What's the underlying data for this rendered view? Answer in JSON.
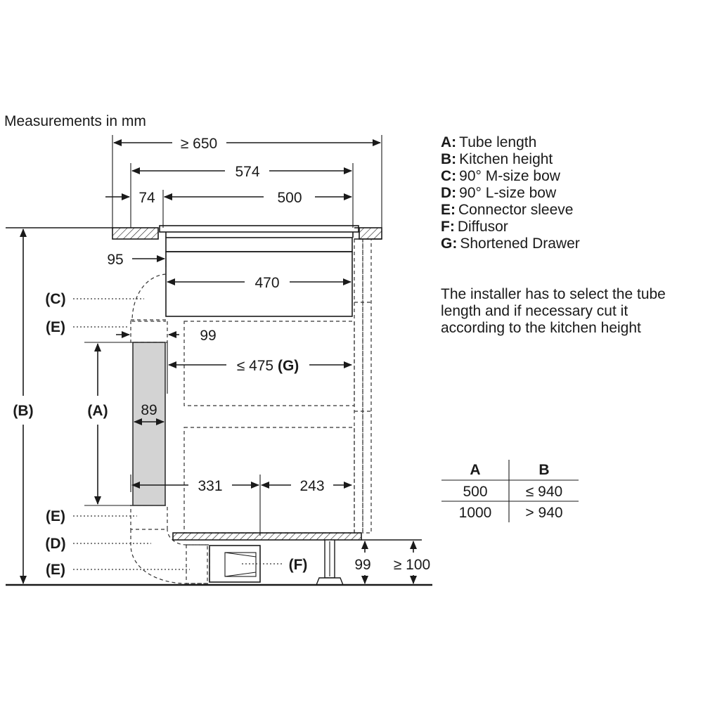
{
  "header": {
    "measurements_note": "Measurements in mm"
  },
  "dimensions": {
    "overall_width": "≥ 650",
    "cabinet_width": "574",
    "left_offset": "74",
    "drawer_width": "500",
    "hob_offset": "95",
    "unit_width": "470",
    "sleeve_offset": "99",
    "shortened_drawer": "≤ 475",
    "shortened_drawer_key": "(G)",
    "tube_width": "89",
    "plinth_left": "331",
    "plinth_right": "243",
    "plinth_height": "99",
    "plinth_min": "≥ 100"
  },
  "callouts": {
    "c": "(C)",
    "e1": "(E)",
    "a": "(A)",
    "b": "(B)",
    "e2": "(E)",
    "d": "(D)",
    "e3": "(E)",
    "f": "(F)"
  },
  "legend": [
    {
      "key": "A:",
      "text": "Tube length"
    },
    {
      "key": "B:",
      "text": "Kitchen height"
    },
    {
      "key": "C:",
      "text": "90° M-size bow"
    },
    {
      "key": "D:",
      "text": "90° L-size bow"
    },
    {
      "key": "E:",
      "text": "Connector sleeve"
    },
    {
      "key": "F:",
      "text": "Diffusor"
    },
    {
      "key": "G:",
      "text": "Shortened Drawer"
    }
  ],
  "note": [
    "The installer has to select the tube",
    "length and if necessary cut it",
    "according to the kitchen height"
  ],
  "table": {
    "headers": [
      "A",
      "B"
    ],
    "rows": [
      [
        "500",
        "≤ 940"
      ],
      [
        "1000",
        "> 940"
      ]
    ]
  }
}
